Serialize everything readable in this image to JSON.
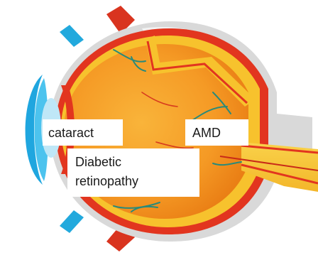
{
  "diagram": {
    "labels": {
      "cataract": "cataract",
      "amd": "AMD",
      "diabetic_line1": "Diabetic",
      "diabetic_line2": "retinopathy"
    }
  },
  "colors": {
    "orange_outer": "#f08a1c",
    "orange_inner": "#f6a628",
    "yellow_band": "#f8c72c",
    "red_band": "#e0331e",
    "sclera": "#dcdcdc",
    "cornea_blue": "#1fa6df",
    "vessel": "#2a8a7a"
  }
}
